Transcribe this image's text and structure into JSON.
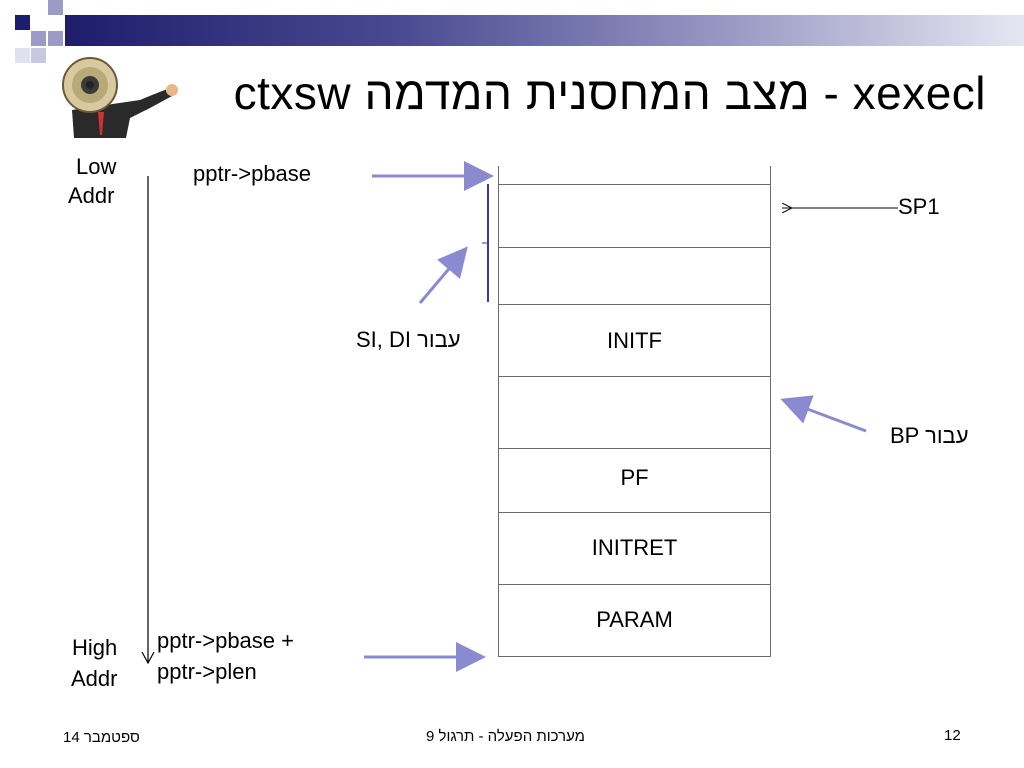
{
  "title": "ctxsw מצב המחסנית המדמה - xexecl",
  "address_labels": {
    "low_line1": "Low",
    "low_line2": "Addr",
    "high_line1": "High",
    "high_line2": "Addr"
  },
  "pointers": {
    "pbase": "pptr->pbase",
    "pbase_plus_line1": "pptr->pbase +",
    "pbase_plus_line2": "pptr->plen"
  },
  "annotations": {
    "sp1": "SP1",
    "si_di": "SI, DI עבור",
    "bp": "BP עבור"
  },
  "stack_cells": [
    {
      "label": ""
    },
    {
      "label": ""
    },
    {
      "label": ""
    },
    {
      "label": "INITF"
    },
    {
      "label": ""
    },
    {
      "label": "PF"
    },
    {
      "label": "INITRET"
    },
    {
      "label": "PARAM"
    }
  ],
  "footer": {
    "date": "ספטמבר 14",
    "course": "מערכות הפעלה - תרגול 9",
    "page": "12"
  },
  "colors": {
    "header_dark": "#1d1d6b",
    "arrow": "#8a8ad0",
    "square_dark": "#1d1d6b",
    "square_light": "#9b9bc6"
  }
}
